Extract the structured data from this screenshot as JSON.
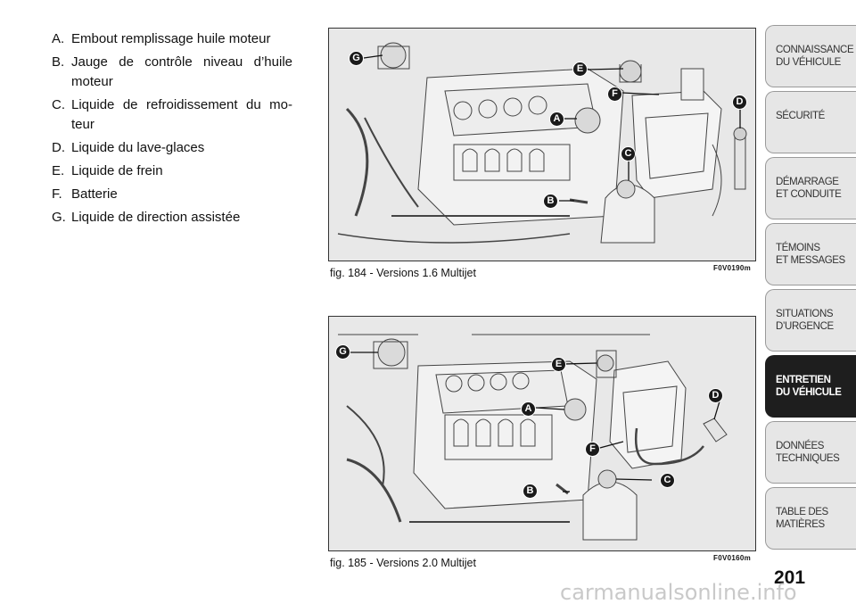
{
  "legend": [
    {
      "letter": "A.",
      "text": "Embout remplissage huile moteur"
    },
    {
      "letter": "B.",
      "text": "Jauge de contrôle niveau d’huile moteur"
    },
    {
      "letter": "C.",
      "text": "Liquide de refroidissement du mo-teur"
    },
    {
      "letter": "D.",
      "text": "Liquide du lave-glaces"
    },
    {
      "letter": "E.",
      "text": "Liquide de frein"
    },
    {
      "letter": "F.",
      "text": "Batterie"
    },
    {
      "letter": "G.",
      "text": "Liquide de direction assistée"
    }
  ],
  "figures": [
    {
      "caption": "fig. 184 - Versions 1.6 Multijet",
      "code": "F0V0190m",
      "callouts": [
        "G",
        "E",
        "F",
        "D",
        "A",
        "C",
        "B"
      ]
    },
    {
      "caption": "fig. 185 - Versions 2.0 Multijet",
      "code": "F0V0160m",
      "callouts": [
        "G",
        "E",
        "D",
        "A",
        "F",
        "C",
        "B"
      ]
    }
  ],
  "tabs": [
    {
      "line1": "CONNAISSANCE",
      "line2": "DU VÉHICULE",
      "active": false
    },
    {
      "line1": "SÉCURITÉ",
      "line2": "",
      "active": false
    },
    {
      "line1": "DÉMARRAGE",
      "line2": "ET CONDUITE",
      "active": false
    },
    {
      "line1": "TÉMOINS",
      "line2": "ET MESSAGES",
      "active": false
    },
    {
      "line1": "SITUATIONS",
      "line2": "D’URGENCE",
      "active": false
    },
    {
      "line1": "ENTRETIEN",
      "line2": "DU VÉHICULE",
      "active": true
    },
    {
      "line1": "DONNÉES",
      "line2": "TECHNIQUES",
      "active": false
    },
    {
      "line1": "TABLE DES",
      "line2": "MATIÈRES",
      "active": false
    }
  ],
  "page_number": "201",
  "watermark": "carmanualsonline.info"
}
